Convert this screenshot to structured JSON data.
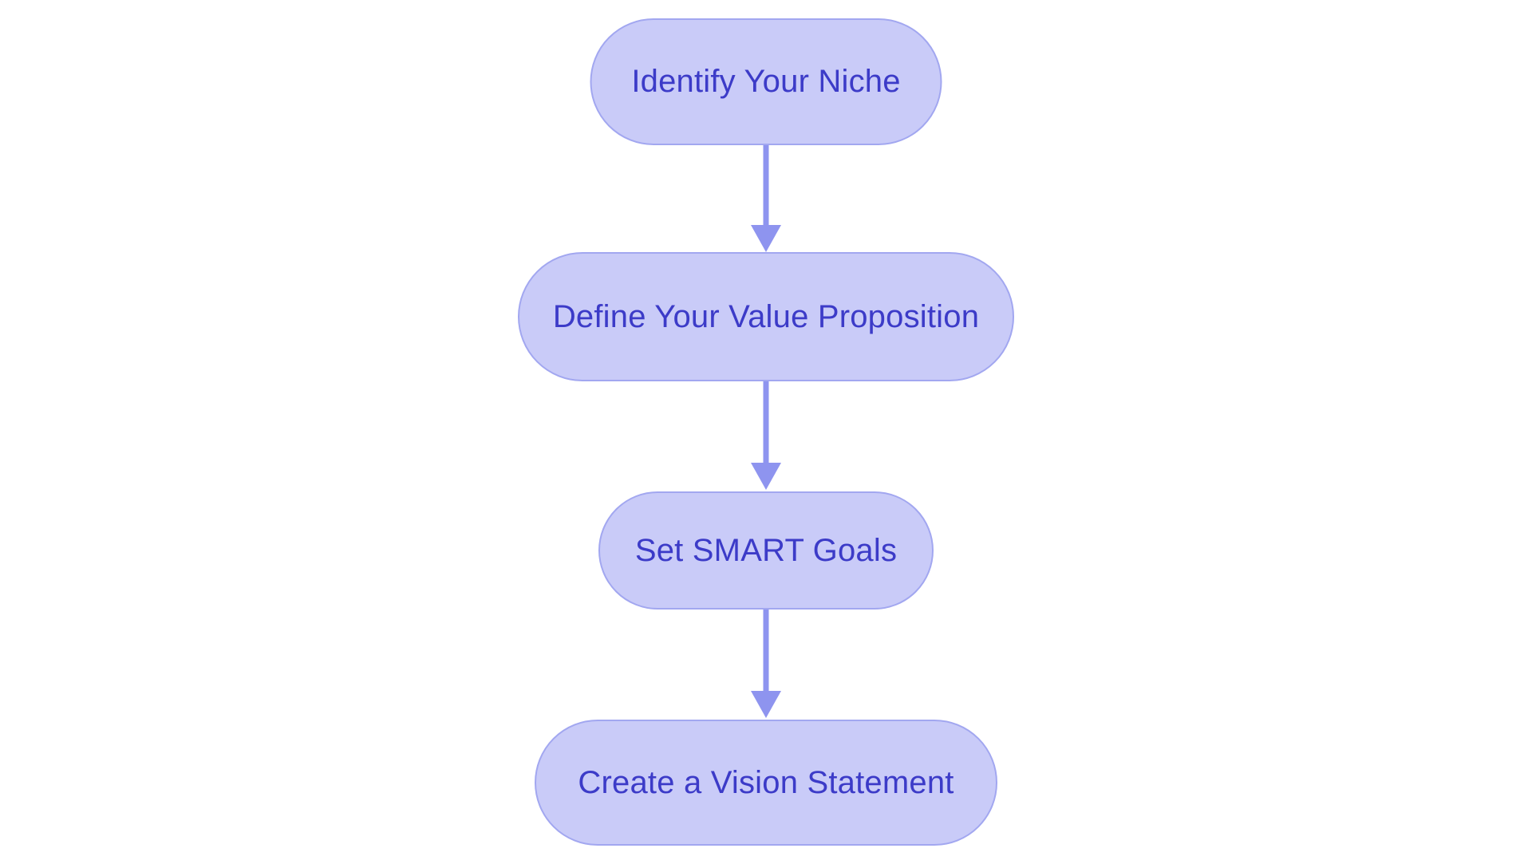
{
  "diagram": {
    "type": "flowchart",
    "direction": "top-down",
    "nodes": [
      {
        "id": "node-1",
        "label": "Identify Your Niche"
      },
      {
        "id": "node-2",
        "label": "Define Your Value Proposition"
      },
      {
        "id": "node-3",
        "label": "Set SMART Goals"
      },
      {
        "id": "node-4",
        "label": "Create a Vision Statement"
      }
    ],
    "connectors": [
      {
        "from": "node-1",
        "to": "node-2",
        "style": "arrow-down"
      },
      {
        "from": "node-2",
        "to": "node-3",
        "style": "arrow-down"
      },
      {
        "from": "node-3",
        "to": "node-4",
        "style": "arrow-down"
      }
    ],
    "colors": {
      "node_fill": "#c9cbf8",
      "node_border": "#a2a7f0",
      "node_text": "#3c3bc8",
      "arrow": "#8e94ef",
      "background": "#ffffff"
    }
  }
}
